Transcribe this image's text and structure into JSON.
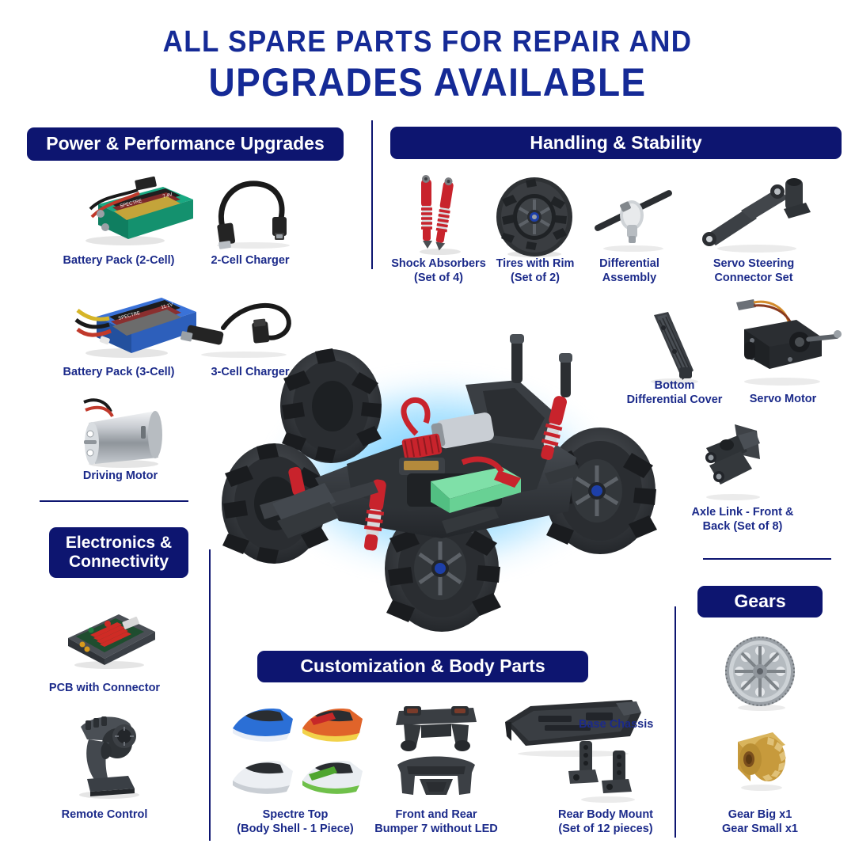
{
  "title": {
    "line1": "ALL SPARE PARTS FOR REPAIR AND",
    "line2": "UPGRADES AVAILABLE"
  },
  "colors": {
    "navy": "#0d1570",
    "title_blue": "#152a96",
    "label_blue": "#1b2a8a",
    "glow_cyan": "#5ac3ff",
    "shock_red": "#c8232c",
    "battery_green": "#14a07a",
    "battery_blue": "#2a5fc4",
    "gear_brass": "#c79a3c",
    "gear_silver": "#bfc4c9"
  },
  "sections": [
    {
      "id": "power",
      "header": "Power & Performance Upgrades",
      "items": [
        {
          "name": "battery-pack-2-cell",
          "label": "Battery Pack (2-Cell)"
        },
        {
          "name": "2-cell-charger",
          "label": "2-Cell Charger"
        },
        {
          "name": "battery-pack-3-cell",
          "label": "Battery Pack (3-Cell)"
        },
        {
          "name": "3-cell-charger",
          "label": "3-Cell Charger"
        },
        {
          "name": "driving-motor",
          "label": "Driving Motor"
        }
      ]
    },
    {
      "id": "electronics",
      "header": "Electronics &\nConnectivity",
      "items": [
        {
          "name": "pcb-with-connector",
          "label": "PCB with Connector"
        },
        {
          "name": "remote-control",
          "label": "Remote Control"
        }
      ]
    },
    {
      "id": "handling",
      "header": "Handling & Stability",
      "items": [
        {
          "name": "shock-absorbers",
          "label": "Shock Absorbers\n(Set of 4)"
        },
        {
          "name": "tires-with-rim",
          "label": "Tires with Rim\n(Set of 2)"
        },
        {
          "name": "differential-assembly",
          "label": "Differential\nAssembly"
        },
        {
          "name": "servo-steering-connector-set",
          "label": "Servo Steering\nConnector Set"
        },
        {
          "name": "bottom-differential-cover",
          "label": "Bottom\nDifferential Cover"
        },
        {
          "name": "servo-motor",
          "label": "Servo Motor"
        },
        {
          "name": "axle-link",
          "label": "Axle Link - Front &\nBack (Set of 8)"
        }
      ]
    },
    {
      "id": "gears",
      "header": "Gears",
      "items": [
        {
          "name": "gear-set",
          "label": "Gear Big x1\nGear Small x1"
        }
      ]
    },
    {
      "id": "customization",
      "header": "Customization & Body Parts",
      "items": [
        {
          "name": "spectre-top",
          "label": "Spectre Top\n(Body Shell - 1 Piece)"
        },
        {
          "name": "front-rear-bumper",
          "label": "Front and Rear\nBumper 7 without LED"
        },
        {
          "name": "base-chassis",
          "label": "Base Chassis"
        },
        {
          "name": "rear-body-mount",
          "label": "Rear Body Mount\n(Set of 12 pieces)"
        }
      ]
    }
  ],
  "hero": {
    "name": "rc-monster-truck-chassis",
    "battery_label": "SPECTRE",
    "battery_voltage_2cell": "7.4V",
    "battery_voltage_3cell": "11.1V"
  }
}
